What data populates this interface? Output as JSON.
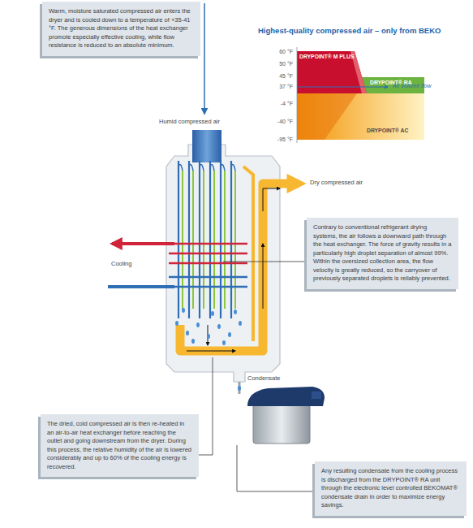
{
  "diagram": {
    "title": "Highest-quality compressed air – only from BEKO",
    "nodes": [
      {
        "text": [
          "Warm, moisture saturated compressed air enters the dryer and is cooled down to a temperature of +35-41 °F. The generous dimensions of the heat exchanger promote especially effective cooling, while flow resistance is reduced to an absolute minimum."
        ]
      },
      {
        "text": [
          "Contrary to conventional refrigerant drying systems, the air follows a downward path through the heat exchanger. The force of gravity results in a particularly high droplet separation of almost 99%. Within the oversized collection area, the flow velocity is greatly reduced, so the carryover of previously separated droplets is reliably prevented."
        ]
      },
      {
        "text": [
          "The dried, cold compressed air is then re-heated in an air-to-air heat exchanger before reaching the outlet and going downstream from the dryer. During this process, the relative humidity of the air is lowered considerably and up to 60% of the cooling energy is recovered."
        ]
      },
      {
        "text": [
          "Any resulting condensate from the cooling process is discharged from the DRYPOINT® RA unit through the electronic level controlled BEKOMAT® condensate drain in order to maximize energy savings."
        ]
      }
    ],
    "labels": [
      "60 °F",
      "50 °F",
      "45 °F",
      "37 °F",
      "-4 °F",
      "-40 °F",
      "-95 °F",
      "DRYPOINT® M PLUS",
      "DRYPOINT® RA",
      "DRYPOINT® AC",
      "Air volume flow",
      "Humid compressed air",
      "Dry compressed air",
      "Cooling",
      "Condensate"
    ]
  }
}
